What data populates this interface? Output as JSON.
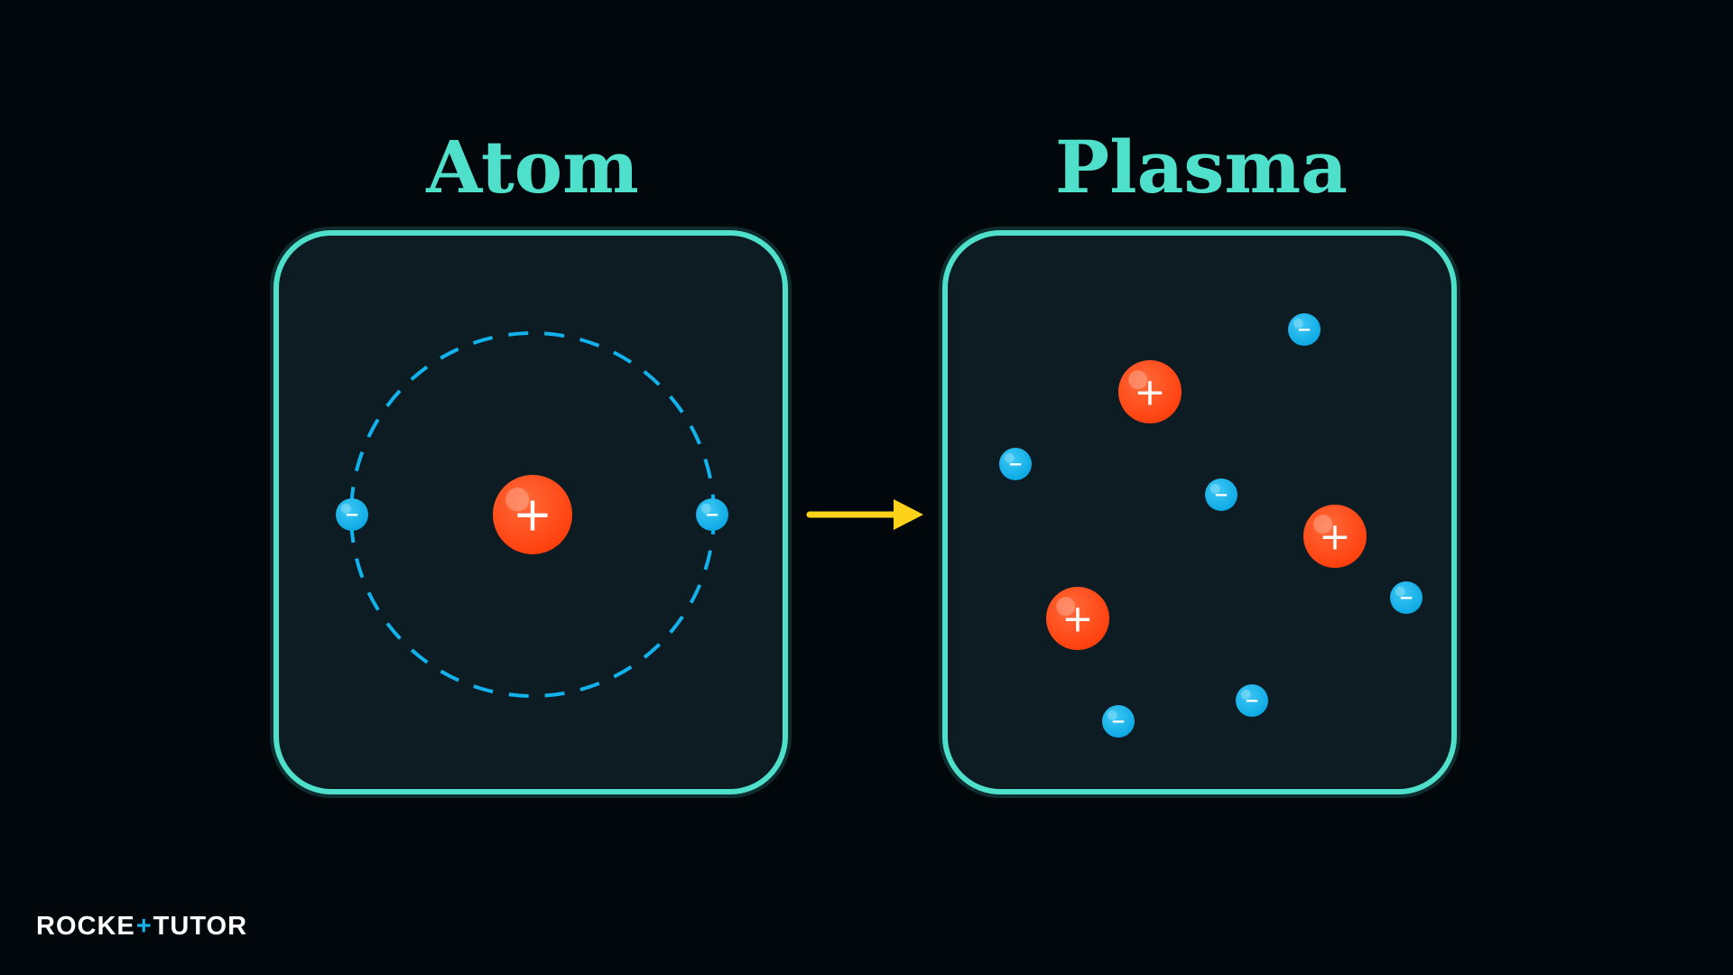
{
  "titles": {
    "atom": "Atom",
    "plasma": "Plasma"
  },
  "logo": {
    "part1": "ROCKE",
    "plus": "+",
    "part2": "TUTO",
    "end": "R"
  },
  "symbols": {
    "positive": "+",
    "negative": "−"
  },
  "icons": {
    "arrow": "arrow-right-icon"
  },
  "colors": {
    "background": "#02070c",
    "panel_fill": "#0c1c22",
    "panel_border": "#4fe0cc",
    "title": "#4fe0cc",
    "proton": "#ff4412",
    "electron": "#12b2ec",
    "orbit": "#12b2ec",
    "arrow": "#ffd21a",
    "logo_text": "#ffffff",
    "logo_accent": "#12b2ec"
  }
}
